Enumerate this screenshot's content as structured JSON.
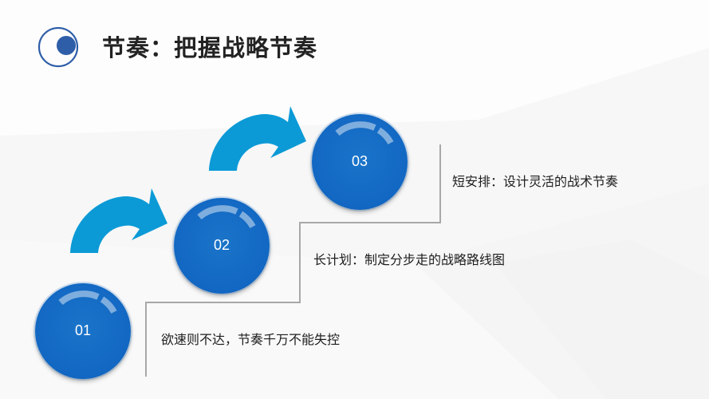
{
  "slide": {
    "title": "节奏：把握战略节奏",
    "title_icon": "target-dot-icon",
    "colors": {
      "accent_dark": "#2e5ea8",
      "circle_blue": "#1267c2",
      "arrow_blue": "#0b9ad6",
      "line_gray": "#a8a8a8",
      "text": "#1e1e1e"
    }
  },
  "steps": [
    {
      "number": "01",
      "text": "欲速则不达，节奏千万不能失控"
    },
    {
      "number": "02",
      "text": "长计划：制定分步走的战略路线图"
    },
    {
      "number": "03",
      "text": "短安排：设计灵活的战术节奏"
    }
  ],
  "arrows": [
    {
      "icon": "curved-arrow-icon",
      "from": "01",
      "to": "02"
    },
    {
      "icon": "curved-arrow-icon",
      "from": "02",
      "to": "03"
    }
  ]
}
